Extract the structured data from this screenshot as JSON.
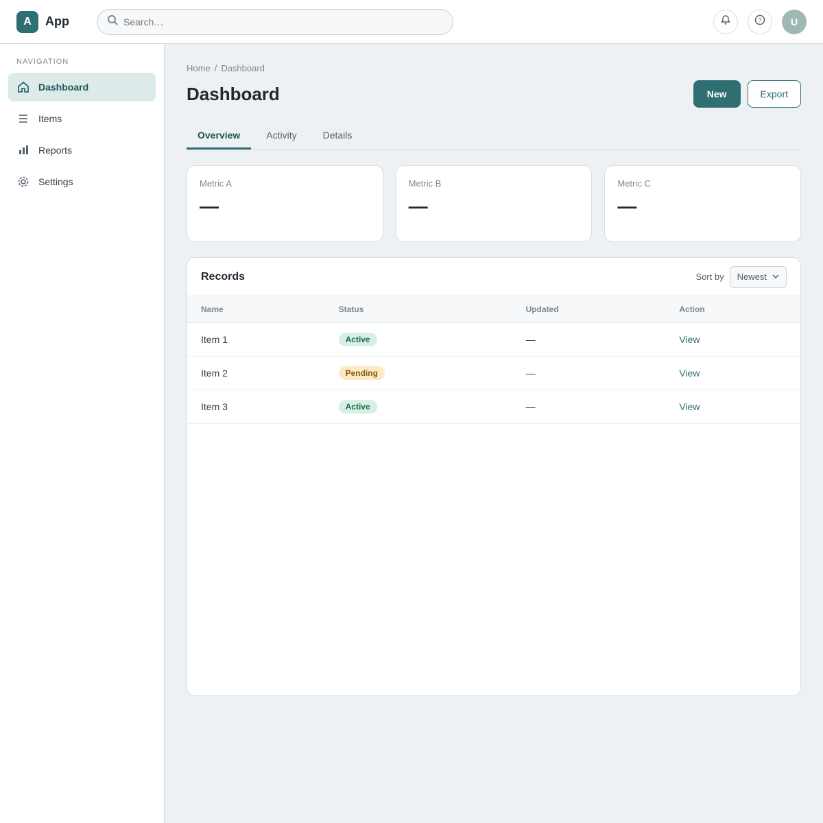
{
  "app": {
    "brand_initial": "A",
    "brand_name": "App"
  },
  "search": {
    "placeholder": "Search…",
    "value": ""
  },
  "topbar": {
    "avatar_initials": "U"
  },
  "sidebar": {
    "heading": "Navigation",
    "items": [
      {
        "label": "Dashboard",
        "icon": "home-icon"
      },
      {
        "label": "Items",
        "icon": "list-icon"
      },
      {
        "label": "Reports",
        "icon": "chart-icon"
      },
      {
        "label": "Settings",
        "icon": "gear-icon"
      }
    ]
  },
  "main": {
    "breadcrumb": [
      "Home",
      "/",
      "Dashboard"
    ],
    "title": "Dashboard",
    "primary_action": "New",
    "secondary_action": "Export",
    "tabs": [
      "Overview",
      "Activity",
      "Details"
    ],
    "cards": [
      {
        "label": "Metric A",
        "value": "—",
        "sub": ""
      },
      {
        "label": "Metric B",
        "value": "—",
        "sub": ""
      },
      {
        "label": "Metric C",
        "value": "—",
        "sub": ""
      }
    ],
    "panel": {
      "title": "Records",
      "filter_label": "Sort by",
      "filter_value": "Newest",
      "columns": [
        "Name",
        "Status",
        "Updated",
        "Action"
      ],
      "rows": [
        {
          "name": "Item 1",
          "status": "Active",
          "updated": "—",
          "action": "View"
        },
        {
          "name": "Item 2",
          "status": "Pending",
          "updated": "—",
          "action": "View"
        },
        {
          "name": "Item 3",
          "status": "Active",
          "updated": "—",
          "action": "View"
        }
      ]
    }
  },
  "colors": {
    "accent": "#2f6f73",
    "active_bg": "#dcebea",
    "pending_bg": "#fbe9c7",
    "pending_fg": "#8a5a00",
    "active_badge_bg": "#d8efe6",
    "active_badge_fg": "#1e6b4a"
  }
}
